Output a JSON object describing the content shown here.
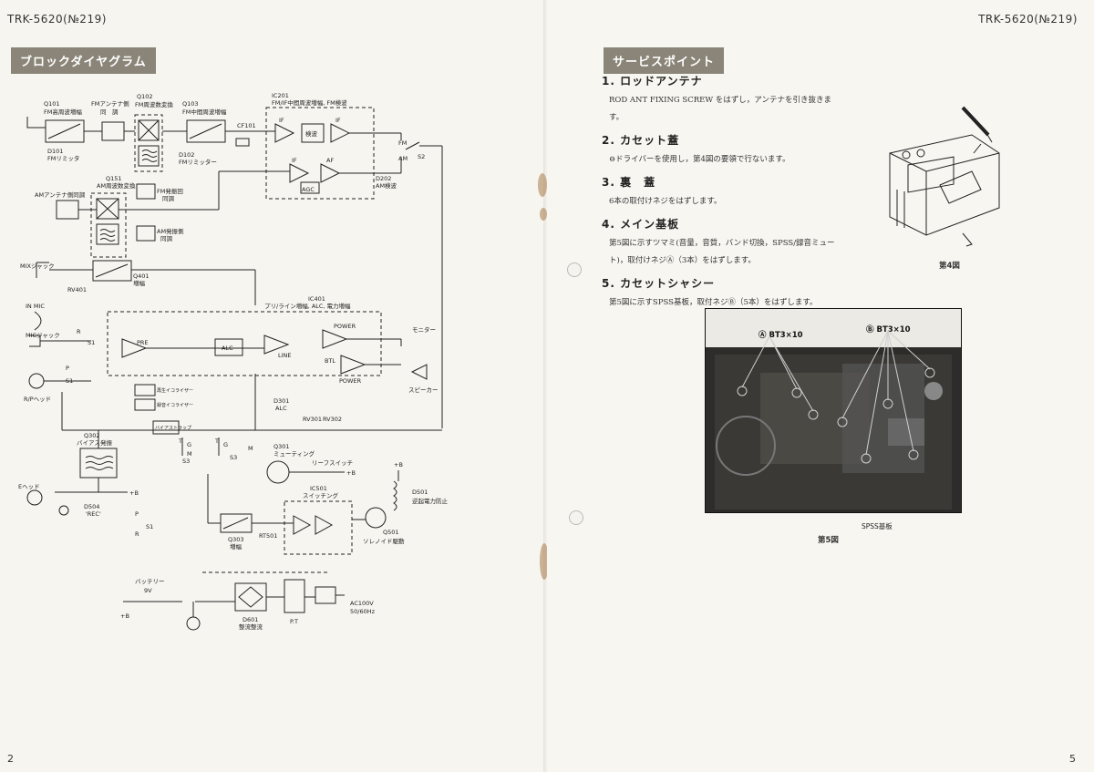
{
  "header": {
    "left_code": "TRK-5620(№219)",
    "right_code": "TRK-5620(№219)"
  },
  "left_page": {
    "section_title": "ブロックダイヤグラム",
    "page_number": "2",
    "labels": {
      "q101": "Q101",
      "q101_desc": "FM高周波増幅",
      "fm_ant_side": "FMアンテナ側",
      "tune": "同　調",
      "d101": "D101",
      "d101_desc": "FMリミッタ",
      "q102": "Q102",
      "q102_desc": "FM周波数変換",
      "fm_osc": "FM発振回",
      "fm_osc_tune": "同調",
      "q103": "Q103",
      "q103_desc": "FM中間周波増幅",
      "d102": "D102",
      "d102_desc": "FMリミッター",
      "cf101": "CF101",
      "ic201": "IC201",
      "ic201_desc": "FM/IF中間周波増幅, FM検波",
      "if": "IF",
      "detect": "検波",
      "af": "AF",
      "agc": "AGC",
      "fm": "FM",
      "am": "AM",
      "s2": "S2",
      "d202": "D202",
      "d202_desc": "AM検波",
      "q151": "Q151",
      "q151_desc": "AM周波数変換",
      "am_ant": "AMアンテナ側同調",
      "am_osc": "AM発振側",
      "am_osc_tune": "同調",
      "mix_jack": "MIXジャック",
      "rv401": "RV401",
      "q401": "Q401",
      "q401_desc": "増幅",
      "ic401": "IC401",
      "ic401_desc": "プリ/ライン増幅, ALC, 電力増幅",
      "in_mic": "IN MIC",
      "mic_jack": "MICジャック",
      "pre": "PRE",
      "alc": "ALC",
      "line": "LINE",
      "power": "POWER",
      "btl": "BTL",
      "monitor": "モニター",
      "speaker": "スピーカー",
      "rp_head": "R/Pヘッド",
      "s1": "S1",
      "r": "R",
      "p": "P",
      "playback_eq": "再生イコライザー",
      "record_eq": "録音イコライザー",
      "d301": "D301",
      "d301_desc": "ALC",
      "rv301": "RV301",
      "rv302": "RV302",
      "bias_trap": "バイアストラップ",
      "q302": "Q302",
      "q302_desc": "バイアス発振",
      "q301": "Q301",
      "q301_desc": "ミューティング",
      "leaf_switch": "リーフスイッチ",
      "plus_b": "+B",
      "e_head": "Eヘッド",
      "d504": "D504",
      "d504_desc": "'REC'",
      "s3": "S3",
      "t": "T",
      "g": "G",
      "m": "M",
      "q303": "Q303",
      "q303_desc": "増幅",
      "rt501": "RT501",
      "ic501": "IC501",
      "ic501_desc": "スイッチング",
      "q501": "Q501",
      "q501_desc": "ソレノイド駆動",
      "d501": "D501",
      "d501_desc": "逆起電力防止",
      "battery": "バッテリー",
      "battery_v": "9V",
      "d601": "D601",
      "d601_desc": "整流整流",
      "pt": "P.T",
      "ac": "AC100V",
      "hz": "50/60Hz"
    }
  },
  "right_page": {
    "section_title": "サービスポイント",
    "page_number": "5",
    "items": [
      {
        "heading": "1. ロッドアンテナ",
        "body": "ROD ANT FIXING SCREW をはずし，アンテナを引き抜きます。"
      },
      {
        "heading": "2. カセット蓋",
        "body": "⊖ドライバーを使用し，第4図の要領で行ないます。"
      },
      {
        "heading": "3. 裏　蓋",
        "body": "6本の取付けネジをはずします。"
      },
      {
        "heading": "4. メイン基板",
        "body": "第5図に示すツマミ(音量，音質，バンド切換，SPSS/録音ミュート)，取付けネジⒶ（3本）をはずします。"
      },
      {
        "heading": "5. カセットシャシー",
        "body": "第5図に示すSPSS基板，取付ネジⒷ（5本）をはずします。"
      }
    ],
    "fig4_caption": "第4図",
    "fig5_caption": "第5図",
    "label_a": "Ⓐ BT3×10",
    "label_b": "Ⓑ BT3×10",
    "spss_label": "SPSS基板"
  },
  "colors": {
    "paper": "#f7f5f0",
    "title_bar": "#8a8578",
    "ink": "#222222",
    "photo_dark": "#2d2c2a"
  }
}
